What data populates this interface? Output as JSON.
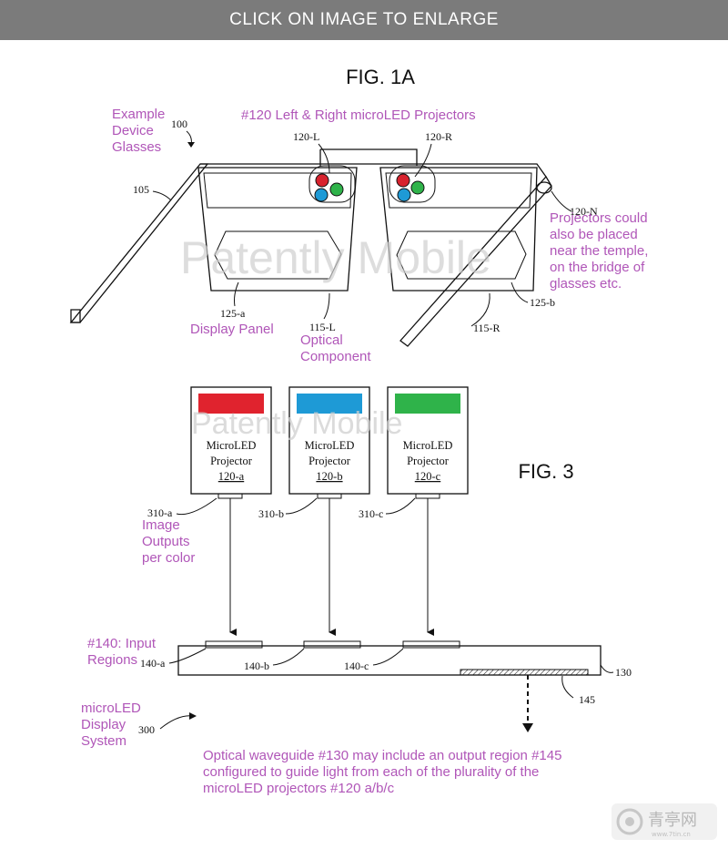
{
  "banner": {
    "text": "CLICK ON IMAGE TO ENLARGE"
  },
  "fig1a": {
    "title": "FIG. 1A",
    "notes": {
      "example_device": [
        "Example",
        "Device",
        "Glasses"
      ],
      "projectors_header": "#120 Left & Right microLED Projectors",
      "placement": [
        "Projectors could",
        "also be placed",
        "near the temple,",
        "on the bridge of",
        "glasses etc."
      ],
      "display_panel": "Display Panel",
      "optical_component": [
        "Optical",
        "Component"
      ]
    },
    "refs": {
      "r100": "100",
      "r105": "105",
      "r120L": "120-L",
      "r120R": "120-R",
      "r120N": "120-N",
      "r125a": "125-a",
      "r125b": "125-b",
      "r115L": "115-L",
      "r115R": "115-R"
    }
  },
  "fig3": {
    "title": "FIG. 3",
    "projectors": [
      {
        "line1": "MicroLED",
        "line2": "Projector",
        "id": "120-a",
        "color": "#e0232e",
        "out": "310-a"
      },
      {
        "line1": "MicroLED",
        "line2": "Projector",
        "id": "120-b",
        "color": "#1e9ad6",
        "out": "310-b"
      },
      {
        "line1": "MicroLED",
        "line2": "Projector",
        "id": "120-c",
        "color": "#2fb34a",
        "out": "310-c"
      }
    ],
    "notes": {
      "image_outputs": [
        "Image",
        "Outputs",
        "per color"
      ],
      "input_regions": [
        "#140: Input",
        "Regions"
      ],
      "system": [
        "microLED",
        "Display",
        "System"
      ],
      "waveguide": [
        "Optical waveguide #130 may include an output region #145",
        "configured to guide light from each of the plurality of the",
        "microLED projectors #120 a/b/c"
      ]
    },
    "refs": {
      "r140a": "140-a",
      "r140b": "140-b",
      "r140c": "140-c",
      "r130": "130",
      "r145": "145",
      "r300": "300"
    }
  },
  "watermark": {
    "text": "Patently Mobile"
  },
  "logo": {
    "text": "青亭网",
    "sub": "www.7tin.cn"
  },
  "colors": {
    "annotation": "#b056b8",
    "banner": "#7b7b7b"
  }
}
